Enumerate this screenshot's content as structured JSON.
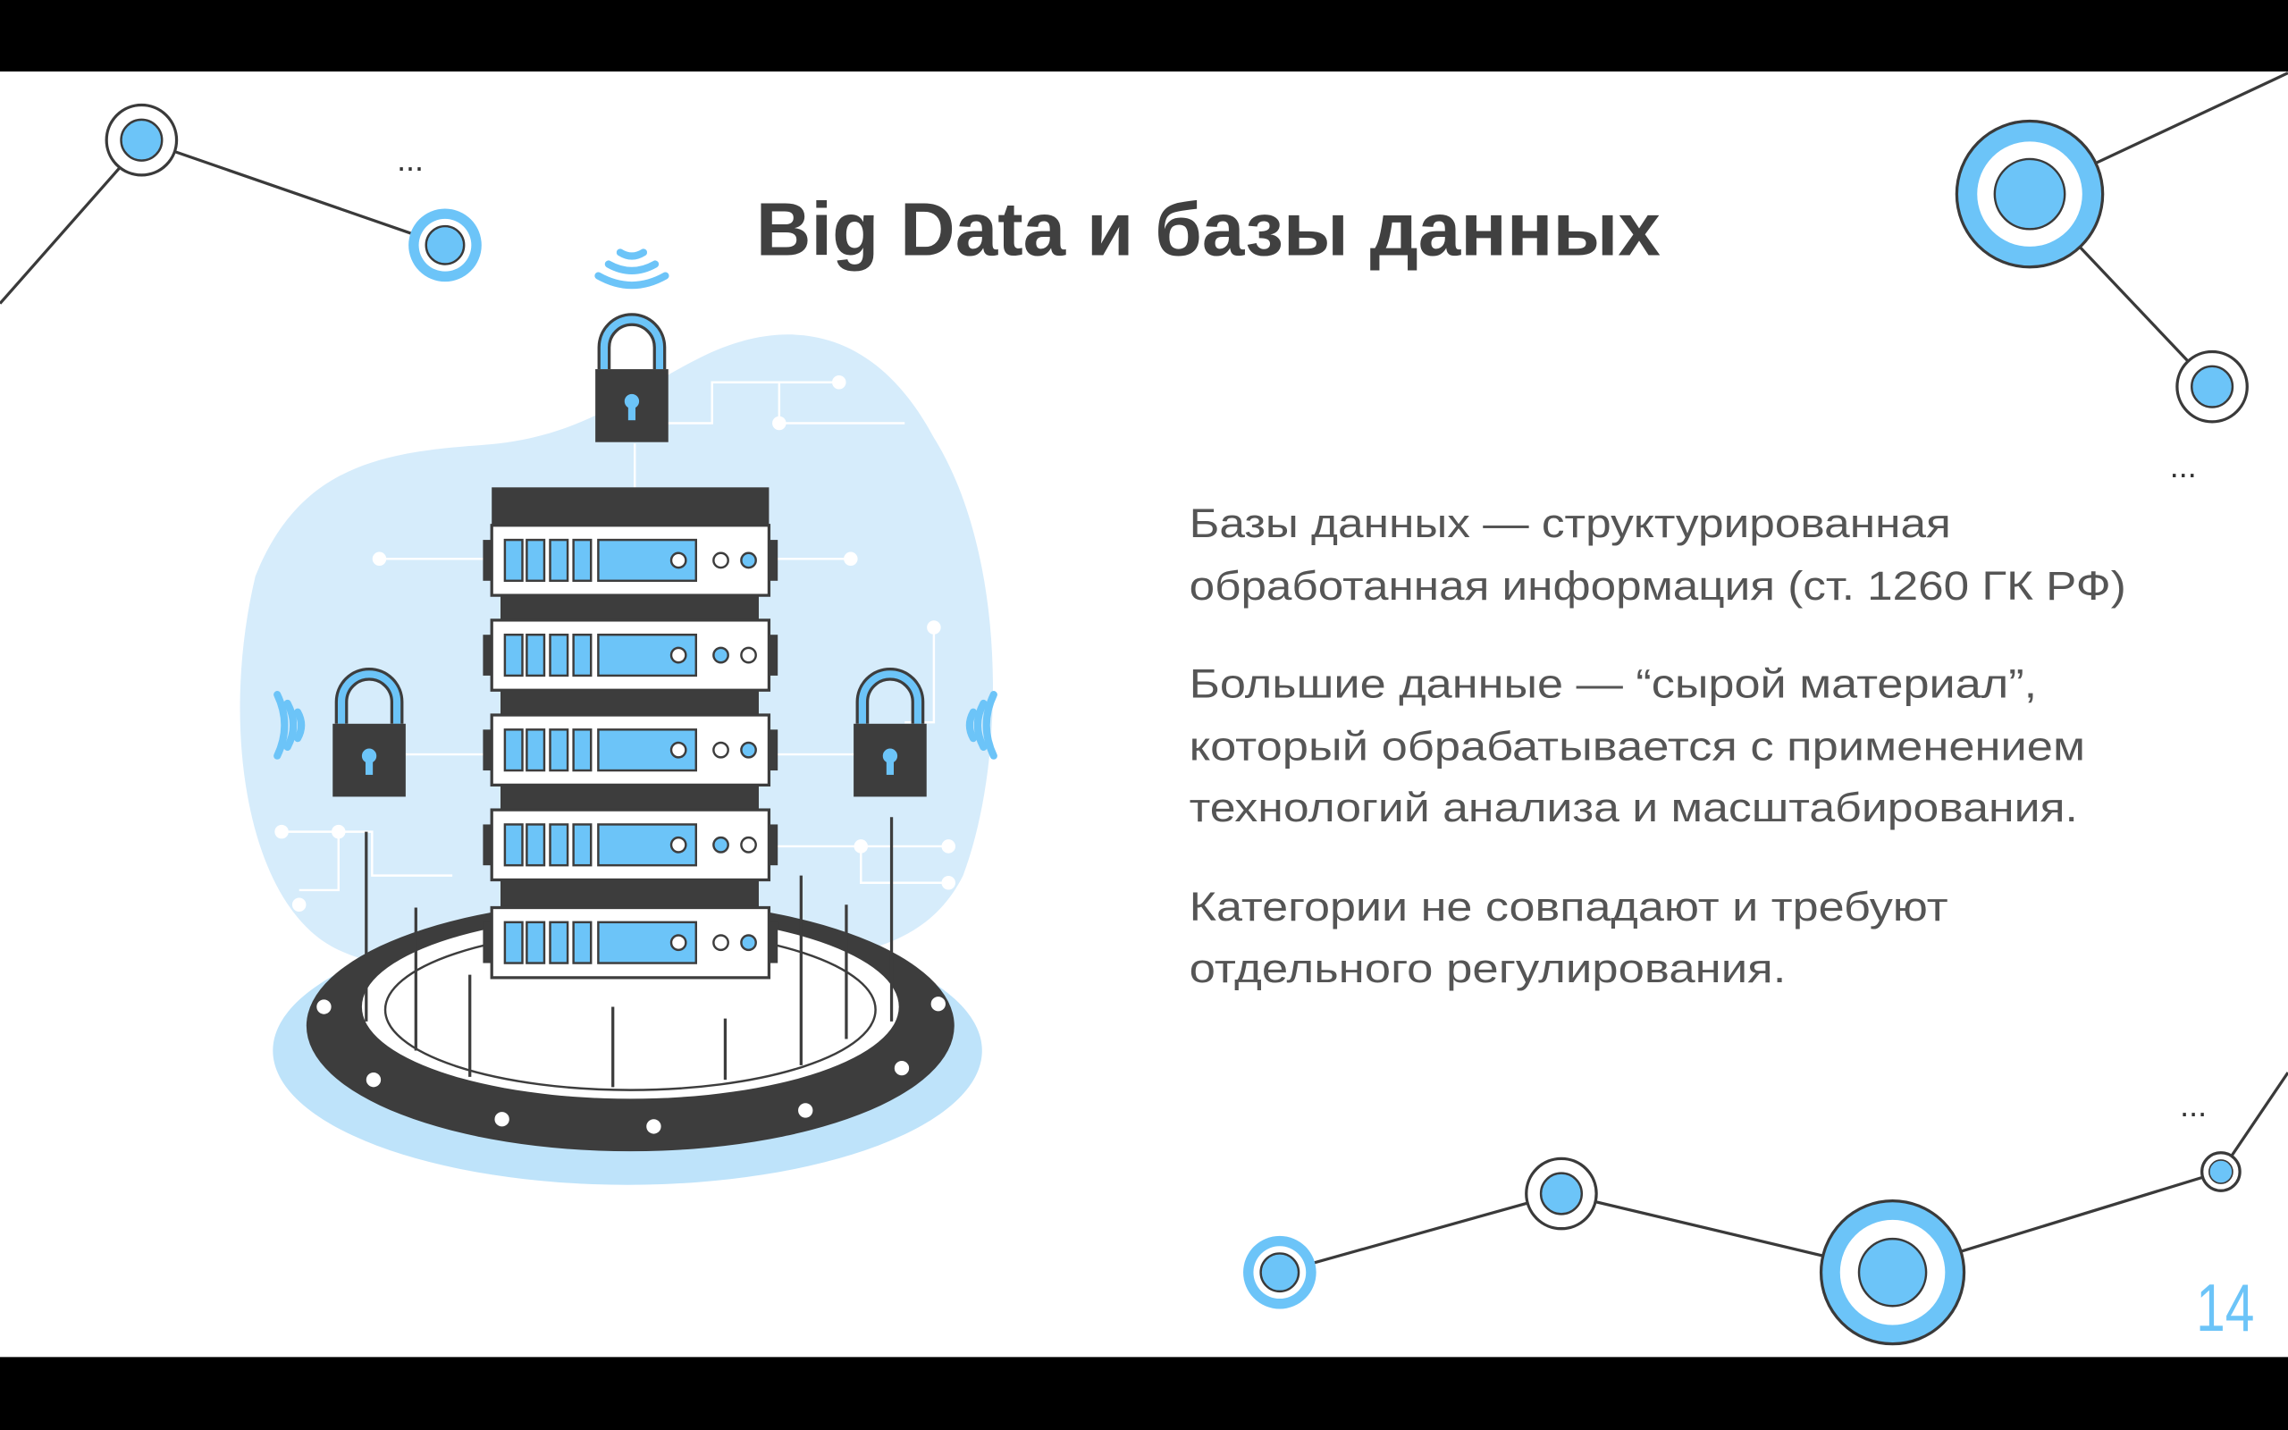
{
  "slide": {
    "title": "Big Data и базы данных",
    "paragraphs": [
      [
        "Базы данных — структурированная",
        "обработанная информация (ст. 1260 ГК РФ)"
      ],
      [
        "Большие данные — “сырой материал”,",
        "который обрабатывается с применением",
        "технологий анализа и масштабирования."
      ],
      [
        "Категории не совпадают и требуют",
        "отдельного регулирования."
      ]
    ],
    "page_number": "14",
    "ellipsis": "..."
  },
  "colors": {
    "accent": "#6CC4F8",
    "light_blue": "#D6ECFB",
    "dark": "#3D3D3D",
    "text": "#555555"
  },
  "icons": [
    "server-rack-icon",
    "padlock-icon",
    "wifi-signal-icon",
    "network-node-icon"
  ]
}
